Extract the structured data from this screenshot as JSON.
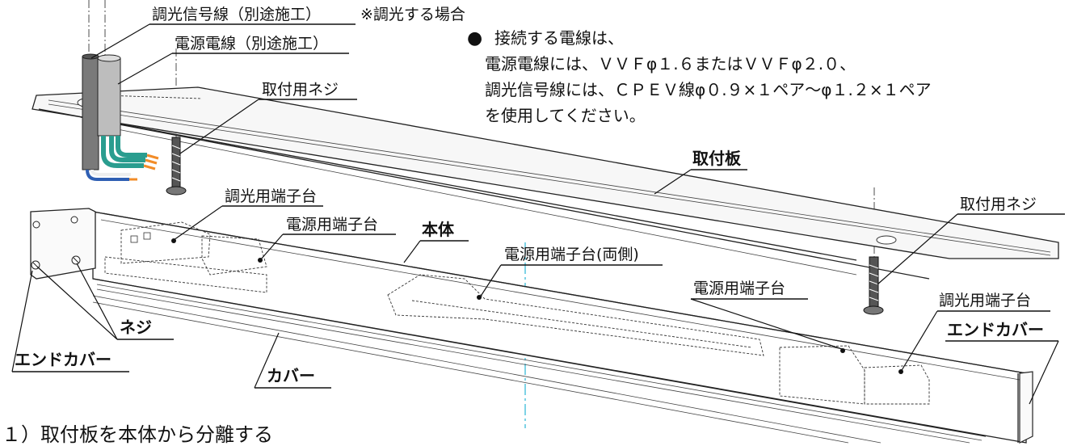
{
  "labels": {
    "dimming_signal_wire": "調光信号線（別途施工）",
    "dimming_case_note": "※調光する場合",
    "power_wire": "電源電線（別途施工）",
    "mount_screw_top": "取付用ネジ",
    "mount_plate": "取付板",
    "mount_screw_right": "取付用ネジ",
    "dimming_terminal_left": "調光用端子台",
    "power_terminal_left": "電源用端子台",
    "main_body": "本体",
    "power_terminal_both": "電源用端子台(両側)",
    "power_terminal_right": "電源用端子台",
    "dimming_terminal_right": "調光用端子台",
    "end_cover_right": "エンドカバー",
    "screw": "ネジ",
    "end_cover_left": "エンドカバー",
    "cover": "カバー"
  },
  "note": {
    "bullet": "●",
    "line1": "接続する電線は、",
    "line2": "電源電線には、ＶＶＦφ１.６またはＶＶＦφ２.０、",
    "line3": "調光信号線には、ＣＰＥＶ線φ０.９×１ペア～φ１.２×１ペア",
    "line4": "を使用してください。"
  },
  "step": {
    "text": "１）取付板を本体から分離する"
  },
  "colors": {
    "centerline": "#29b6d6",
    "wire_teal": "#2a9d8f",
    "wire_blue": "#2f5fb3",
    "wire_orange": "#f28c28"
  }
}
